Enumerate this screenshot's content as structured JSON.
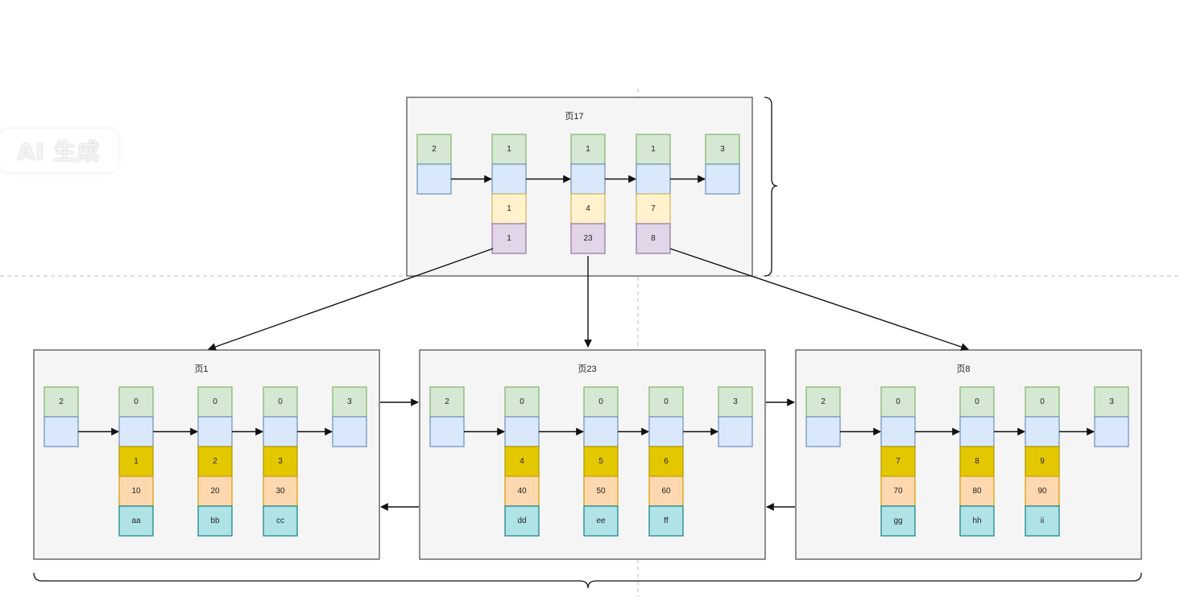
{
  "watermark": "AI 生成",
  "colors": {
    "header": {
      "fill": "#d5e8d4",
      "stroke": "#82b366"
    },
    "pointer": {
      "fill": "#dae8fc",
      "stroke": "#6c8ebf"
    },
    "key_root": {
      "fill": "#fff2cc",
      "stroke": "#d6b656"
    },
    "child_page": {
      "fill": "#e1d5e7",
      "stroke": "#9673a6"
    },
    "key_leaf": {
      "fill": "#e3c800",
      "stroke": "#b09500"
    },
    "value": {
      "fill": "#ffd8b0",
      "stroke": "#d79b00"
    },
    "name": {
      "fill": "#b0e3e6",
      "stroke": "#0e8088"
    }
  },
  "root_page": {
    "title": "页17",
    "records": [
      {
        "header": "2",
        "rows": []
      },
      {
        "header": "1",
        "rows": [
          "1",
          "1"
        ]
      },
      {
        "header": "1",
        "rows": [
          "4",
          "23"
        ]
      },
      {
        "header": "1",
        "rows": [
          "7",
          "8"
        ]
      },
      {
        "header": "3",
        "rows": []
      }
    ]
  },
  "leaf_pages": [
    {
      "title": "页1",
      "records": [
        {
          "header": "2",
          "rows": []
        },
        {
          "header": "0",
          "rows": [
            "1",
            "10",
            "aa"
          ]
        },
        {
          "header": "0",
          "rows": [
            "2",
            "20",
            "bb"
          ]
        },
        {
          "header": "0",
          "rows": [
            "3",
            "30",
            "cc"
          ]
        },
        {
          "header": "3",
          "rows": []
        }
      ]
    },
    {
      "title": "页23",
      "records": [
        {
          "header": "2",
          "rows": []
        },
        {
          "header": "0",
          "rows": [
            "4",
            "40",
            "dd"
          ]
        },
        {
          "header": "0",
          "rows": [
            "5",
            "50",
            "ee"
          ]
        },
        {
          "header": "0",
          "rows": [
            "6",
            "60",
            "ff"
          ]
        },
        {
          "header": "3",
          "rows": []
        }
      ]
    },
    {
      "title": "页8",
      "records": [
        {
          "header": "2",
          "rows": []
        },
        {
          "header": "0",
          "rows": [
            "7",
            "70",
            "gg"
          ]
        },
        {
          "header": "0",
          "rows": [
            "8",
            "80",
            "hh"
          ]
        },
        {
          "header": "0",
          "rows": [
            "9",
            "90",
            "ii"
          ]
        },
        {
          "header": "3",
          "rows": []
        }
      ]
    }
  ]
}
